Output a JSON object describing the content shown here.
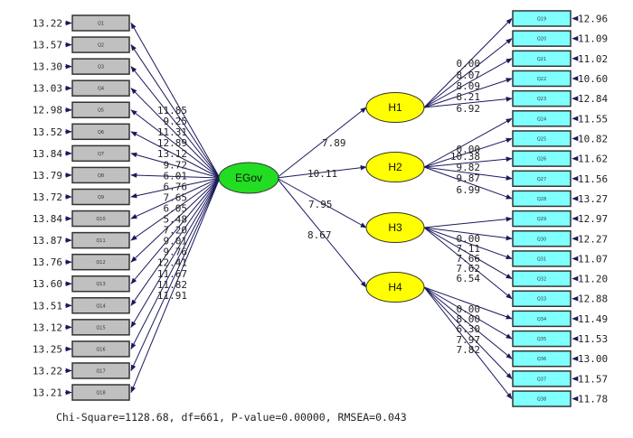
{
  "title": "Structural equation path diagram (t-values)",
  "colors": {
    "left_indicator_fill": "#c0c0c0",
    "right_indicator_fill": "#80ffff",
    "exogenous_fill": "#22dd22",
    "endogenous_fill": "#ffff00",
    "arrow": "#1a1a5e",
    "outline": "#333333"
  },
  "exogenous": {
    "label": "EGov",
    "indicators": [
      {
        "label": "Q1",
        "loading": "11.85",
        "error": "13.22"
      },
      {
        "label": "Q2",
        "loading": "9.25",
        "error": "13.57"
      },
      {
        "label": "Q3",
        "loading": "11.31",
        "error": "13.30"
      },
      {
        "label": "Q4",
        "loading": "12.89",
        "error": "13.03"
      },
      {
        "label": "Q5",
        "loading": "13.12",
        "error": "12.98"
      },
      {
        "label": "Q6",
        "loading": "9.72",
        "error": "13.52"
      },
      {
        "label": "Q7",
        "loading": "6.01",
        "error": "13.84"
      },
      {
        "label": "Q8",
        "loading": "6.76",
        "error": "13.79"
      },
      {
        "label": "Q9",
        "loading": "7.65",
        "error": "13.72"
      },
      {
        "label": "Q10",
        "loading": "6.05",
        "error": "13.84"
      },
      {
        "label": "Q11",
        "loading": "5.48",
        "error": "13.87"
      },
      {
        "label": "Q12",
        "loading": "7.20",
        "error": "13.76"
      },
      {
        "label": "Q13",
        "loading": "9.01",
        "error": "13.60"
      },
      {
        "label": "Q14",
        "loading": "9.76",
        "error": "13.51"
      },
      {
        "label": "Q15",
        "loading": "12.41",
        "error": "13.12"
      },
      {
        "label": "Q16",
        "loading": "11.67",
        "error": "13.25"
      },
      {
        "label": "Q17",
        "loading": "11.82",
        "error": "13.22"
      },
      {
        "label": "Q18",
        "loading": "11.91",
        "error": "13.21"
      }
    ]
  },
  "paths": [
    {
      "from": "EGov",
      "to": "H1",
      "value": "7.89"
    },
    {
      "from": "EGov",
      "to": "H2",
      "value": "10.11"
    },
    {
      "from": "EGov",
      "to": "H3",
      "value": "7.95"
    },
    {
      "from": "EGov",
      "to": "H4",
      "value": "8.67"
    }
  ],
  "endogenous": [
    {
      "label": "H1",
      "indicators": [
        {
          "label": "Q19",
          "loading": "0.00",
          "error": "12.96"
        },
        {
          "label": "Q20",
          "loading": "8.07",
          "error": "11.09"
        },
        {
          "label": "Q21",
          "loading": "8.09",
          "error": "11.02"
        },
        {
          "label": "Q22",
          "loading": "8.21",
          "error": "10.60"
        },
        {
          "label": "Q23",
          "loading": "6.92",
          "error": "12.84"
        }
      ]
    },
    {
      "label": "H2",
      "indicators": [
        {
          "label": "Q24",
          "loading": "0.00",
          "error": "11.55"
        },
        {
          "label": "Q25",
          "loading": "10.38",
          "error": "10.82"
        },
        {
          "label": "Q26",
          "loading": "9.82",
          "error": "11.62"
        },
        {
          "label": "Q27",
          "loading": "9.87",
          "error": "11.56"
        },
        {
          "label": "Q28",
          "loading": "6.99",
          "error": "13.27"
        }
      ]
    },
    {
      "label": "H3",
      "indicators": [
        {
          "label": "Q29",
          "loading": "0.00",
          "error": "12.97"
        },
        {
          "label": "Q30",
          "loading": "7.11",
          "error": "12.27"
        },
        {
          "label": "Q31",
          "loading": "7.66",
          "error": "11.07"
        },
        {
          "label": "Q32",
          "loading": "7.62",
          "error": "11.20"
        },
        {
          "label": "Q33",
          "loading": "6.54",
          "error": "12.88"
        }
      ]
    },
    {
      "label": "H4",
      "indicators": [
        {
          "label": "Q34",
          "loading": "0.00",
          "error": "11.49"
        },
        {
          "label": "Q35",
          "loading": "8.00",
          "error": "11.53"
        },
        {
          "label": "Q36",
          "loading": "6.30",
          "error": "13.00"
        },
        {
          "label": "Q37",
          "loading": "7.97",
          "error": "11.57"
        },
        {
          "label": "Q38",
          "loading": "7.82",
          "error": "11.78"
        }
      ]
    }
  ],
  "fit": {
    "text": "Chi-Square=1128.68, df=661, P-value=0.00000, RMSEA=0.043"
  }
}
